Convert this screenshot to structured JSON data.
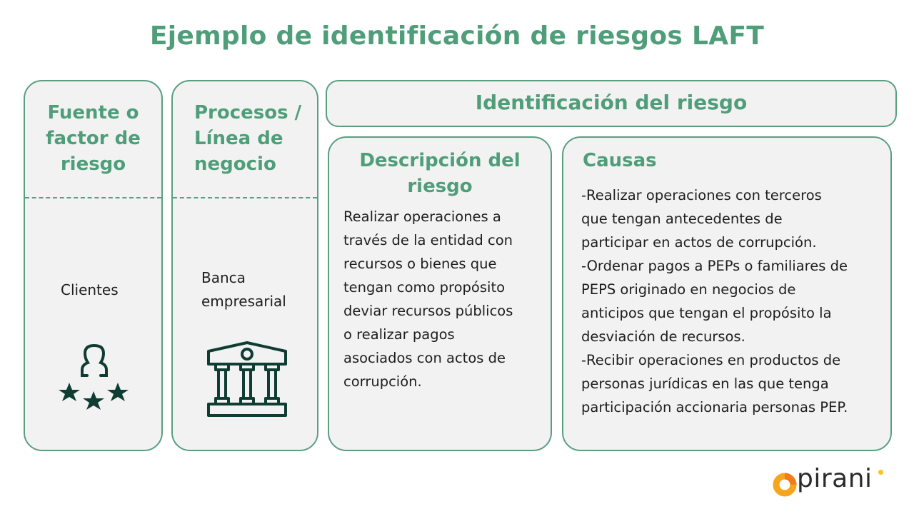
{
  "title": "Ejemplo de identificación de riesgos LAFT",
  "columns": {
    "fuente": {
      "heading": [
        "Fuente o",
        "factor de",
        "riesgo"
      ],
      "value": "Clientes",
      "icon": "client-rating-icon"
    },
    "procesos": {
      "heading": [
        "Procesos /",
        "Línea de",
        "negocio"
      ],
      "value": [
        "Banca",
        "empresarial"
      ],
      "icon": "bank-icon"
    },
    "identificacion": {
      "heading": "Identificación del riesgo",
      "descripcion": {
        "heading": [
          "Descripción del",
          "riesgo"
        ],
        "lines": [
          "Realizar operaciones a",
          "través de la entidad con",
          "recursos o bienes que",
          "tengan como propósito",
          "deviar recursos públicos",
          "o realizar pagos",
          "asociados con actos de",
          "corrupción."
        ]
      },
      "causas": {
        "heading": "Causas",
        "lines": [
          "-Realizar operaciones con terceros",
          "que tengan antecedentes de",
          "participar en actos de corrupción.",
          "-Ordenar pagos a PEPs o familiares de",
          "PEPS originado en negocios de",
          "anticipos que tengan el propósito la",
          "desviación de recursos.",
          "-Recibir operaciones en productos de",
          "personas jurídicas en las que tenga",
          "participación accionaria personas PEP."
        ]
      }
    }
  },
  "logo": "pirani",
  "colors": {
    "accent": "#4f9e79",
    "border": "#5a9e82",
    "panel": "#f2f2f2",
    "icon": "#0f3d33",
    "logo_orange": "#f7a51c"
  }
}
